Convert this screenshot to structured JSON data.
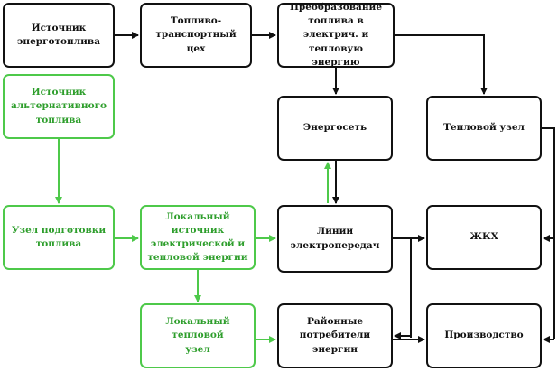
{
  "nodes": {
    "energy_source": "Источник\nэнерготоплива",
    "fuel_transport": "Топливо-\nтранспортный цех",
    "conversion": "Преобразование\nтоплива в электрич. и\nтепловую энергию",
    "alt_fuel_source": "Источник\nальтернативного\nтоплива",
    "power_grid": "Энергосеть",
    "heat_node": "Тепловой узел",
    "fuel_prep": "Узел подготовки\nтоплива",
    "local_source": "Локальный источник\nэлектрической и\nтепловой энергии",
    "power_lines": "Линии электропередач",
    "housing": "ЖКХ",
    "local_heat": "Локальный тепловой\nузел",
    "district_consumers": "Районные потребители\nэнергии",
    "production": "Производство"
  },
  "colors": {
    "black": "#111111",
    "green_border": "#4ec94a",
    "green_text": "#2e9e2c"
  }
}
